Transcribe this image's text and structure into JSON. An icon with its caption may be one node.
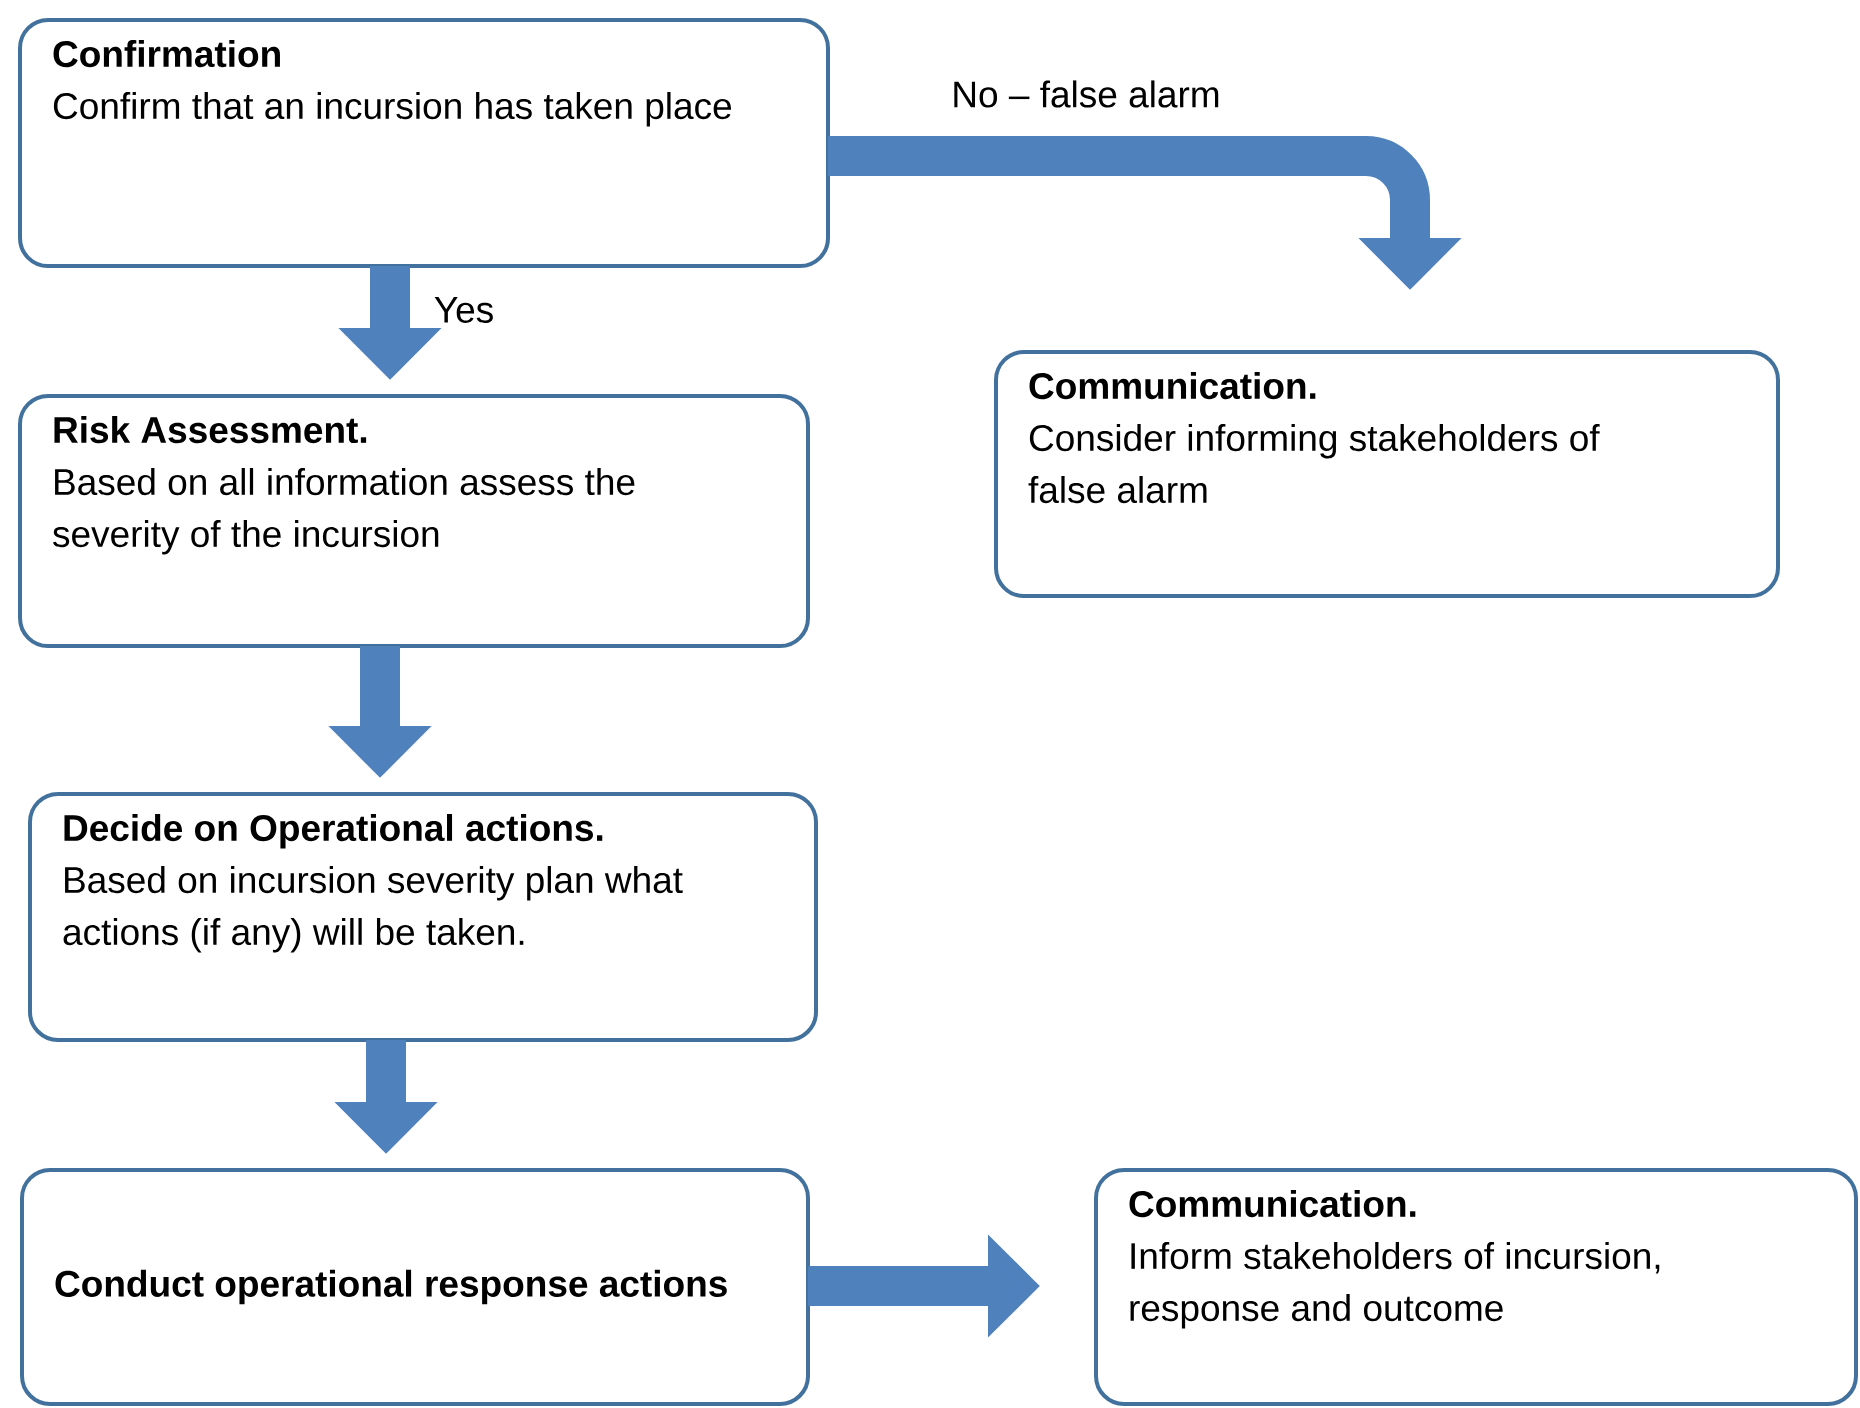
{
  "diagram": {
    "nodes": [
      {
        "text": [
          "Confirmation",
          "Confirm that an incursion has taken place"
        ]
      },
      {
        "text": [
          "Risk Assessment.",
          "Based on all information assess the severity of the incursion"
        ]
      },
      {
        "text": [
          "Communication.",
          "Consider informing stakeholders of false alarm"
        ]
      },
      {
        "text": [
          "Decide on Operational actions.",
          "Based on incursion severity plan what actions (if any) will be taken."
        ]
      },
      {
        "text": [
          "Conduct operational response actions"
        ]
      },
      {
        "text": [
          "Communication.",
          "Inform stakeholders of incursion, response and outcome"
        ]
      }
    ],
    "edges": [
      {
        "from": 0,
        "to": 1,
        "arrow": "to",
        "label": "Yes"
      },
      {
        "from": 0,
        "to": 2,
        "arrow": "to",
        "label": "No – false alarm"
      },
      {
        "from": 1,
        "to": 3,
        "arrow": "to"
      },
      {
        "from": 3,
        "to": 4,
        "arrow": "to"
      },
      {
        "from": 4,
        "to": 5,
        "arrow": "to"
      }
    ]
  }
}
